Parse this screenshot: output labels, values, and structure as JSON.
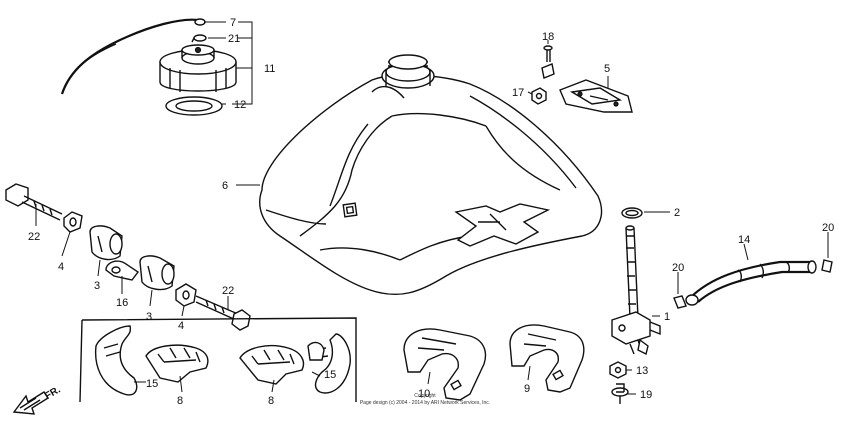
{
  "callouts": {
    "c7": "7",
    "c21": "21",
    "c11": "11",
    "c12": "12",
    "c18": "18",
    "c17": "17",
    "c5": "5",
    "c6": "6",
    "c2": "2",
    "c14": "14",
    "c20a": "20",
    "c20b": "20",
    "c1": "1",
    "c13": "13",
    "c19": "19",
    "c22a": "22",
    "c22b": "22",
    "c4a": "4",
    "c4b": "4",
    "c3a": "3",
    "c3b": "3",
    "c16": "16",
    "c15a": "15",
    "c15b": "15",
    "c8a": "8",
    "c8b": "8",
    "c10": "10",
    "c9": "9"
  },
  "direction_label": "FR.",
  "copyright": {
    "line1": "Copyright",
    "line2": "Page design (c) 2004 - 2014 by ARI Network Services, Inc."
  }
}
